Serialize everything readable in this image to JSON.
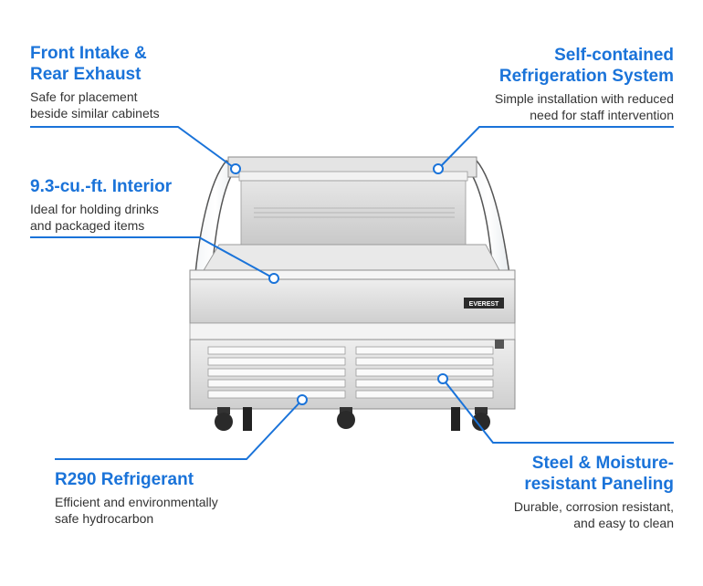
{
  "callouts": {
    "front_intake": {
      "title_line1": "Front Intake &",
      "title_line2": "Rear Exhaust",
      "desc_line1": "Safe for placement",
      "desc_line2": "beside similar cabinets"
    },
    "refrigeration": {
      "title_line1": "Self-contained",
      "title_line2": "Refrigeration System",
      "desc_line1": "Simple installation with reduced",
      "desc_line2": "need for staff intervention"
    },
    "interior": {
      "title_line1": "9.3-cu.-ft. Interior",
      "desc_line1": "Ideal for holding drinks",
      "desc_line2": "and packaged items"
    },
    "refrigerant": {
      "title_line1": "R290 Refrigerant",
      "desc_line1": "Efficient and environmentally",
      "desc_line2": "safe hydrocarbon"
    },
    "paneling": {
      "title_line1": "Steel & Moisture-",
      "title_line2": "resistant Paneling",
      "desc_line1": "Durable, corrosion resistant,",
      "desc_line2": "and easy to clean"
    }
  },
  "brand": {
    "logo_text": "EVEREST"
  },
  "colors": {
    "accent": "#1a73d9",
    "body_text": "#333333",
    "steel": "#d9d9d9"
  }
}
